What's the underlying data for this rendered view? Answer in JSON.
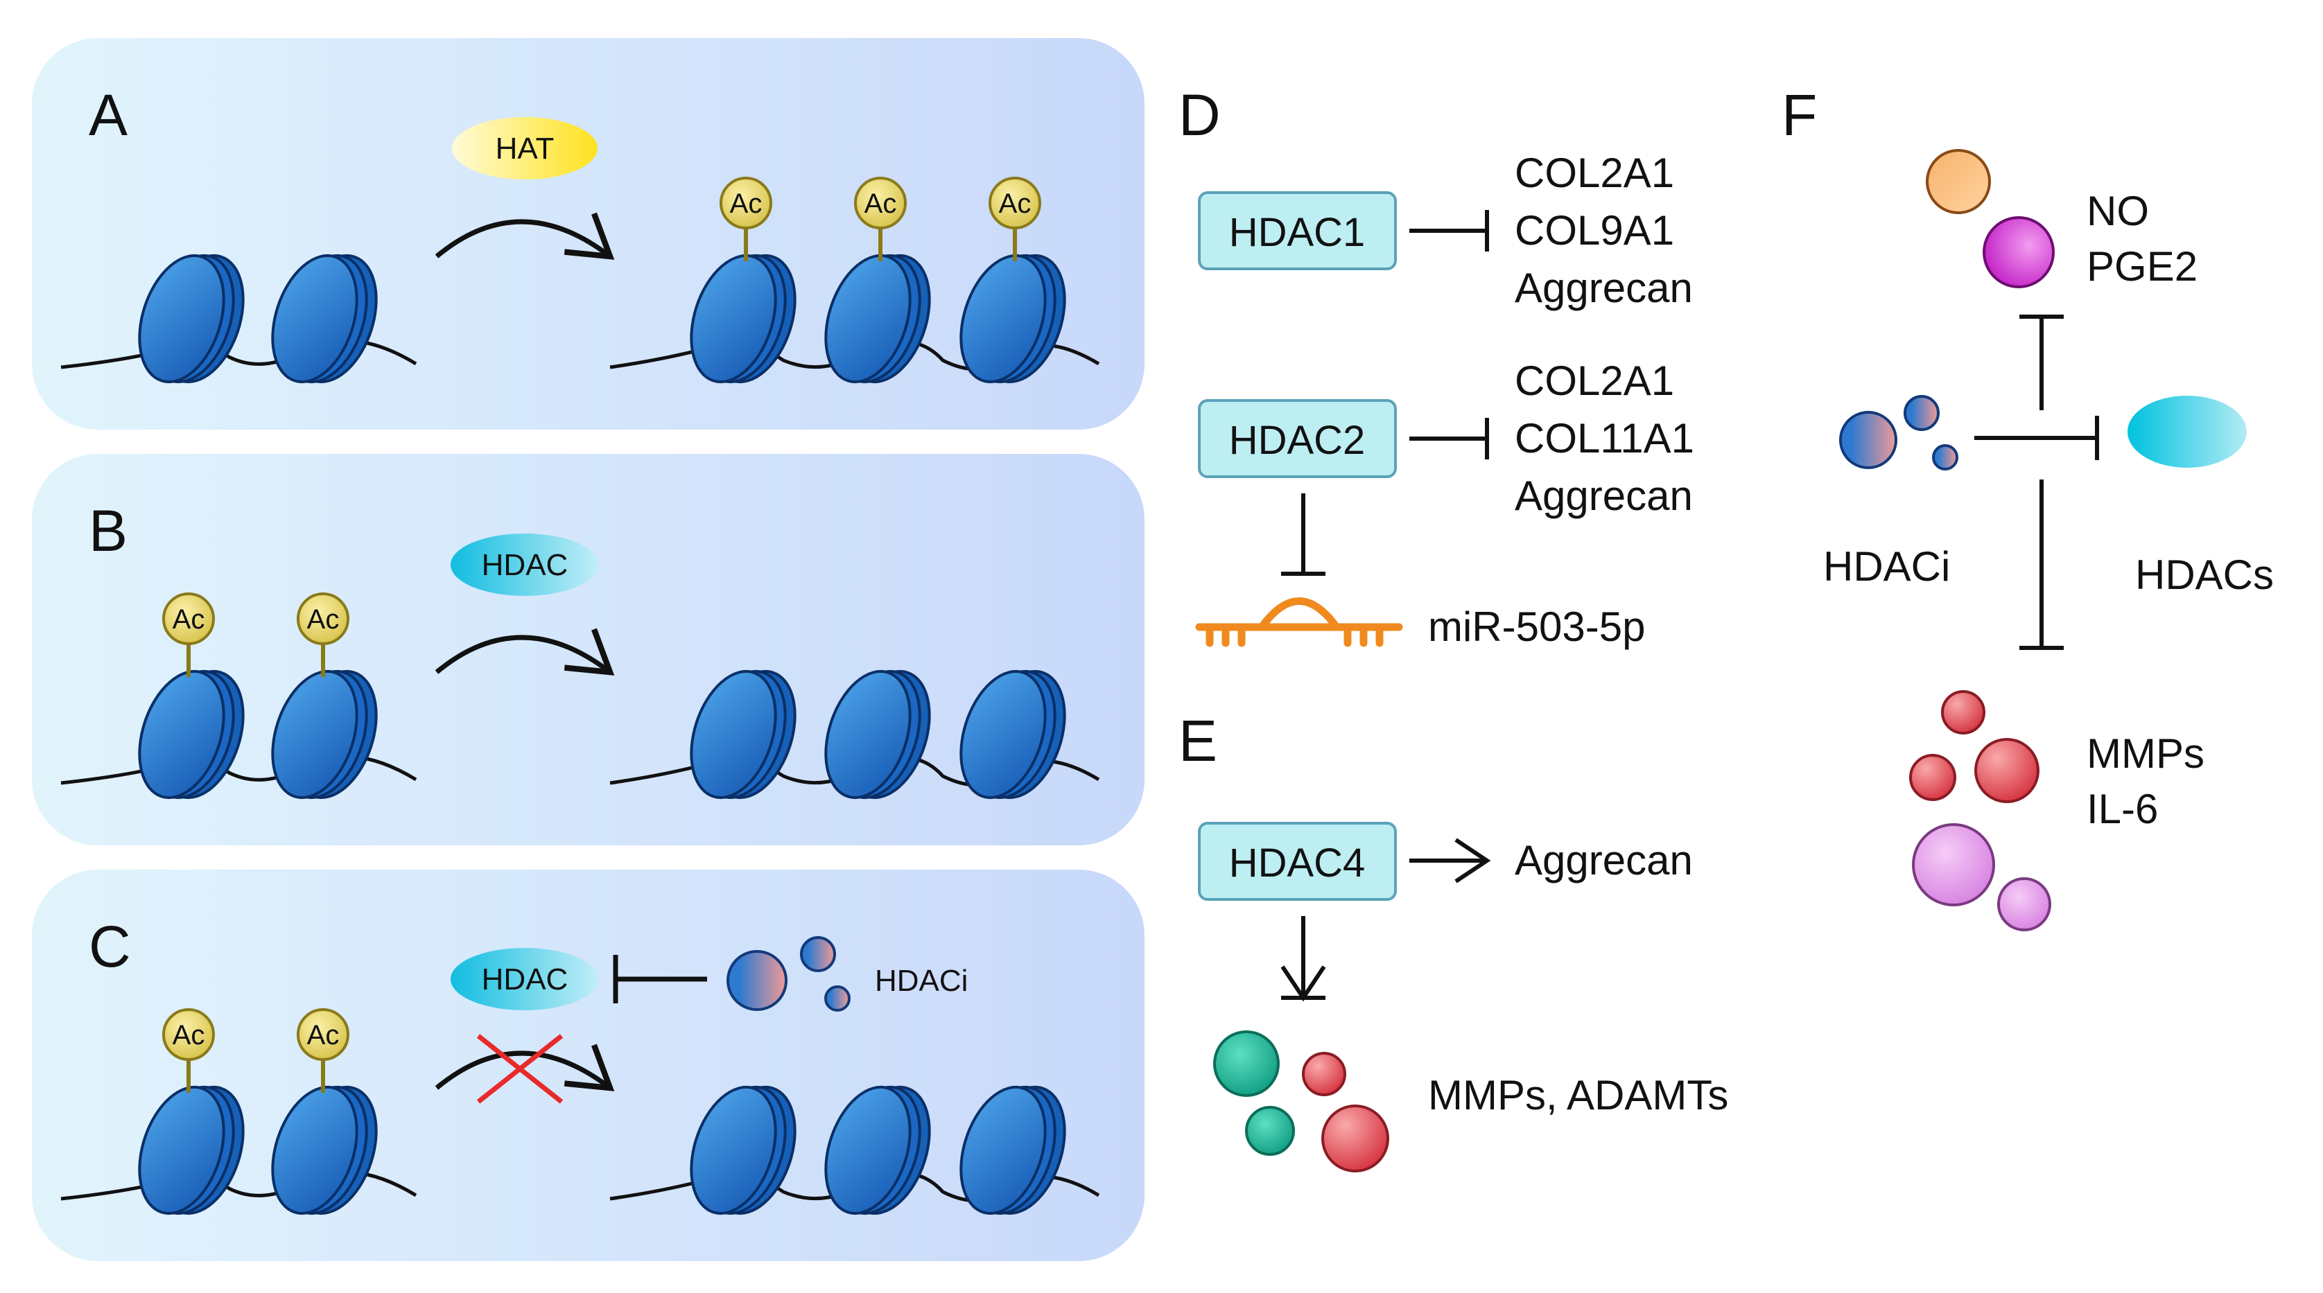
{
  "panels": {
    "a": {
      "letter": "A",
      "enzyme": "HAT",
      "acetyl": "Ac"
    },
    "b": {
      "letter": "B",
      "enzyme": "HDAC",
      "acetyl": "Ac"
    },
    "c": {
      "letter": "C",
      "enzyme": "HDAC",
      "inhibitor": "HDACi",
      "acetyl": "Ac"
    },
    "d": {
      "letter": "D",
      "hdac1": "HDAC1",
      "hdac1_targets": [
        "COL2A1",
        "COL9A1",
        "Aggrecan"
      ],
      "hdac2": "HDAC2",
      "hdac2_targets": [
        "COL2A1",
        "COL11A1",
        "Aggrecan"
      ],
      "mirna": "miR-503-5p"
    },
    "e": {
      "letter": "E",
      "hdac4": "HDAC4",
      "target": "Aggrecan",
      "products": "MMPs, ADAMTs"
    },
    "f": {
      "letter": "F",
      "top": [
        "NO",
        "PGE2"
      ],
      "inhibitor": "HDACi",
      "enzyme": "HDACs",
      "bottom": [
        "MMPs",
        "IL-6"
      ]
    }
  },
  "colors": {
    "panel_grad_start": "#e0f3fc",
    "panel_grad_end": "#c9d9fa",
    "nucleosome": "#1f70c9",
    "hat_yellow": "#ffe94a",
    "hdac_cyan": "#27c6e3",
    "ac_ball": "#e6d56a",
    "box_fill": "#bdeef2",
    "mirna_orange": "#f08a1e",
    "teal": "#24b89a",
    "red": "#e2474f",
    "pink": "#e08ae6",
    "orange": "#f5a35a",
    "magenta": "#d02fd0"
  }
}
